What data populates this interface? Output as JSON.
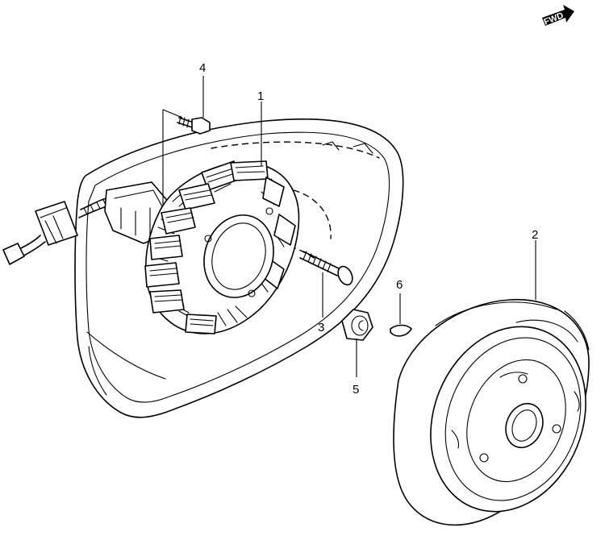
{
  "diagram": {
    "fwd_label": "FWD",
    "callouts": {
      "p1": "1",
      "p2": "2",
      "p3": "3",
      "p4": "4",
      "p5": "5",
      "p6": "6"
    },
    "ink_color": "#000000",
    "paper_color": "#ffffff"
  }
}
